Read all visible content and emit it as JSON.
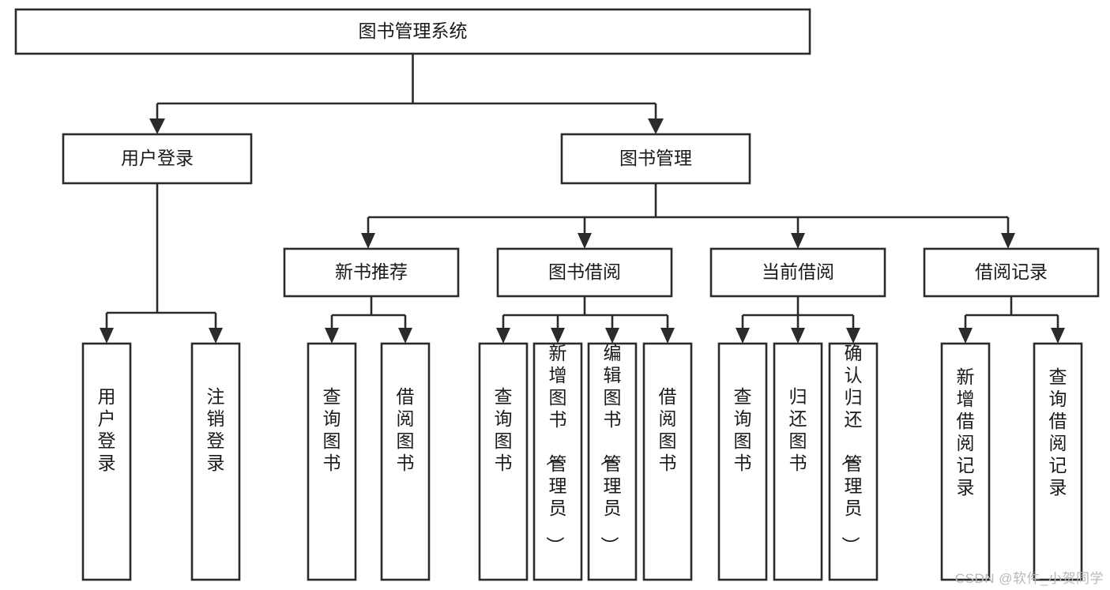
{
  "diagram": {
    "type": "tree",
    "title": "图书管理系统",
    "root": {
      "id": "root",
      "label": "图书管理系统",
      "orientation": "horizontal"
    },
    "level2": [
      {
        "id": "user-login",
        "label": "用户登录",
        "orientation": "horizontal"
      },
      {
        "id": "book-manage",
        "label": "图书管理",
        "orientation": "horizontal"
      }
    ],
    "level3": [
      {
        "id": "new-book-rec",
        "label": "新书推荐",
        "orientation": "horizontal",
        "parent": "book-manage"
      },
      {
        "id": "book-borrow",
        "label": "图书借阅",
        "orientation": "horizontal",
        "parent": "book-manage"
      },
      {
        "id": "current-borrow",
        "label": "当前借阅",
        "orientation": "horizontal",
        "parent": "book-manage"
      },
      {
        "id": "borrow-record",
        "label": "借阅记录",
        "orientation": "horizontal",
        "parent": "book-manage"
      }
    ],
    "leaves": [
      {
        "id": "leaf-user-login",
        "label": "用户登录",
        "orientation": "vertical",
        "parent": "user-login"
      },
      {
        "id": "leaf-user-logout",
        "label": "注销登录",
        "orientation": "vertical",
        "parent": "user-login"
      },
      {
        "id": "leaf-query-book-1",
        "label": "查询图书",
        "orientation": "vertical",
        "parent": "new-book-rec"
      },
      {
        "id": "leaf-borrow-book-1",
        "label": "借阅图书",
        "orientation": "vertical",
        "parent": "new-book-rec"
      },
      {
        "id": "leaf-query-book-2",
        "label": "查询图书",
        "orientation": "vertical",
        "parent": "book-borrow"
      },
      {
        "id": "leaf-add-book",
        "label": "新增图书（管理员）",
        "orientation": "vertical",
        "parent": "book-borrow"
      },
      {
        "id": "leaf-edit-book",
        "label": "编辑图书（管理员）",
        "orientation": "vertical",
        "parent": "book-borrow"
      },
      {
        "id": "leaf-borrow-book-2",
        "label": "借阅图书",
        "orientation": "vertical",
        "parent": "book-borrow"
      },
      {
        "id": "leaf-query-book-3",
        "label": "查询图书",
        "orientation": "vertical",
        "parent": "current-borrow"
      },
      {
        "id": "leaf-return-book",
        "label": "归还图书",
        "orientation": "vertical",
        "parent": "current-borrow"
      },
      {
        "id": "leaf-confirm-return",
        "label": "确认归还（管理员）",
        "orientation": "vertical",
        "parent": "current-borrow"
      },
      {
        "id": "leaf-add-record",
        "label": "新增借阅记录",
        "orientation": "vertical",
        "parent": "borrow-record"
      },
      {
        "id": "leaf-query-record",
        "label": "查询借阅记录",
        "orientation": "vertical",
        "parent": "borrow-record"
      }
    ]
  },
  "watermark": {
    "text": "CSDN @软件_小贺同学"
  },
  "colors": {
    "box_stroke": "#2b2b2b",
    "box_fill": "#ffffff",
    "text": "#1a1a1a",
    "connector": "#2b2b2b",
    "watermark": "#b9b9b9",
    "background": "#ffffff"
  }
}
